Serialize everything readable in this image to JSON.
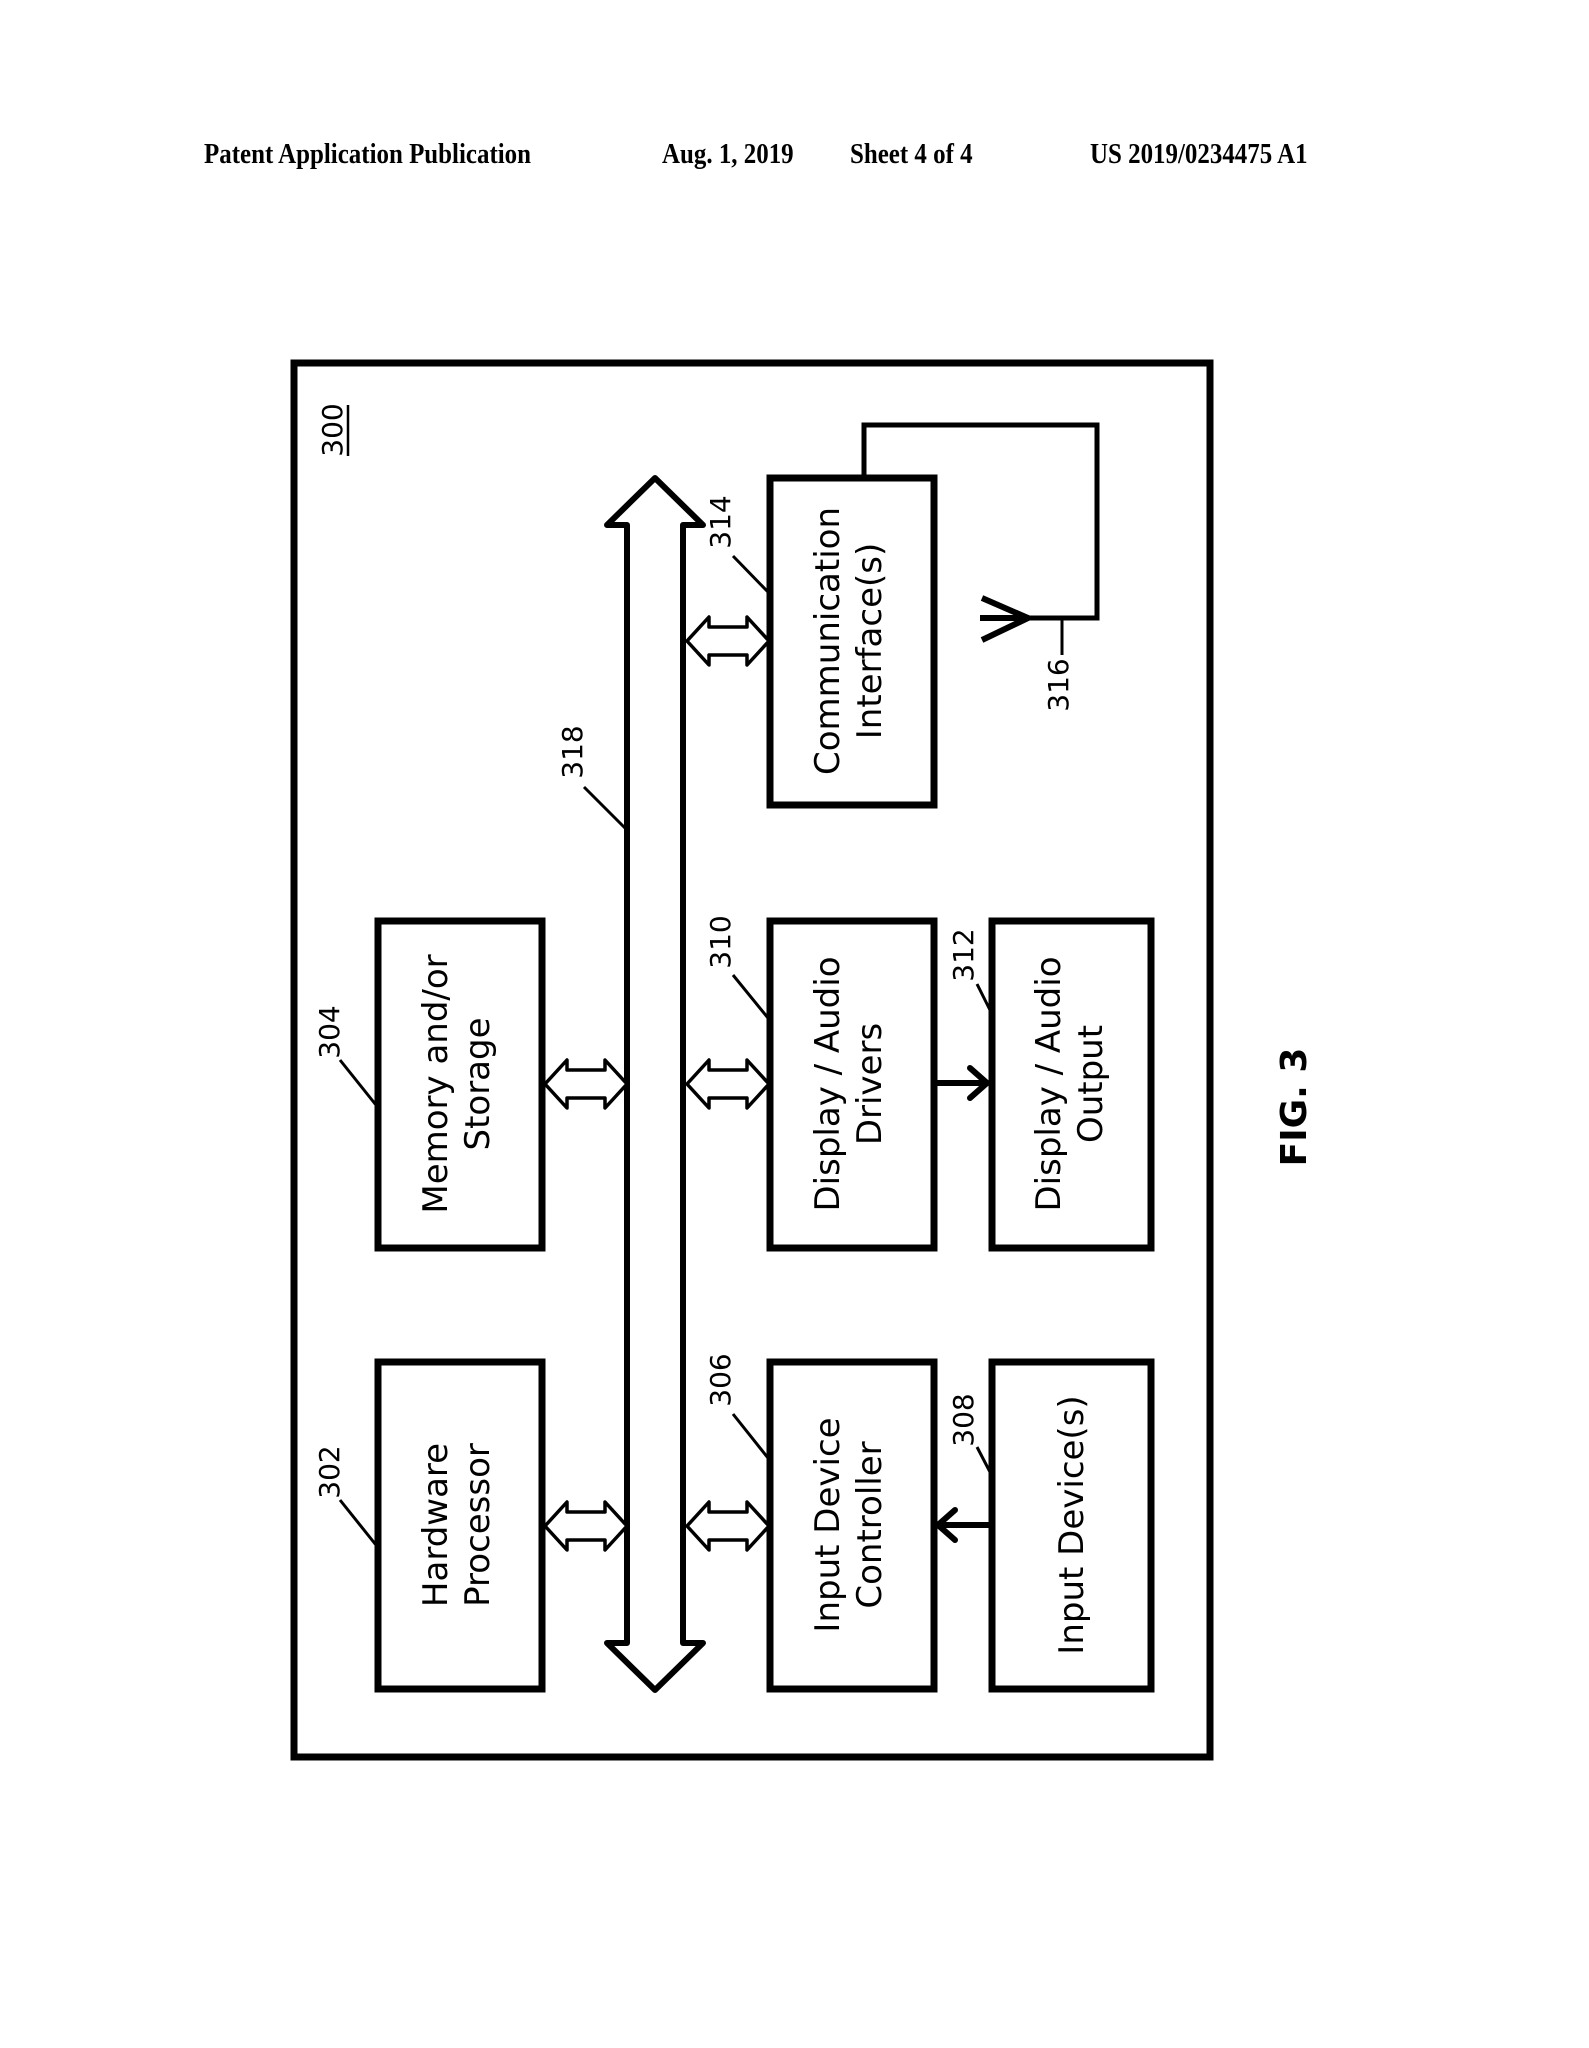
{
  "header": {
    "publication": "Patent Application Publication",
    "date": "Aug. 1, 2019",
    "sheet": "Sheet 4 of 4",
    "number": "US 2019/0234475 A1"
  },
  "figure": {
    "label": "FIG. 3",
    "system_ref": "300",
    "bus_ref": "318",
    "antenna_ref": "316",
    "blocks": [
      {
        "id": "hardware-processor",
        "ref": "302",
        "lines": [
          "Hardware",
          "Processor"
        ]
      },
      {
        "id": "memory-storage",
        "ref": "304",
        "lines": [
          "Memory and/or",
          "Storage"
        ]
      },
      {
        "id": "input-device-controller",
        "ref": "306",
        "lines": [
          "Input Device",
          "Controller"
        ]
      },
      {
        "id": "input-devices",
        "ref": "308",
        "lines": [
          "Input Device(s)"
        ]
      },
      {
        "id": "display-audio-drivers",
        "ref": "310",
        "lines": [
          "Display / Audio",
          "Drivers"
        ]
      },
      {
        "id": "display-audio-output",
        "ref": "312",
        "lines": [
          "Display / Audio",
          "Output"
        ]
      },
      {
        "id": "communication-interfaces",
        "ref": "314",
        "lines": [
          "Communication",
          "Interface(s)"
        ]
      }
    ]
  }
}
